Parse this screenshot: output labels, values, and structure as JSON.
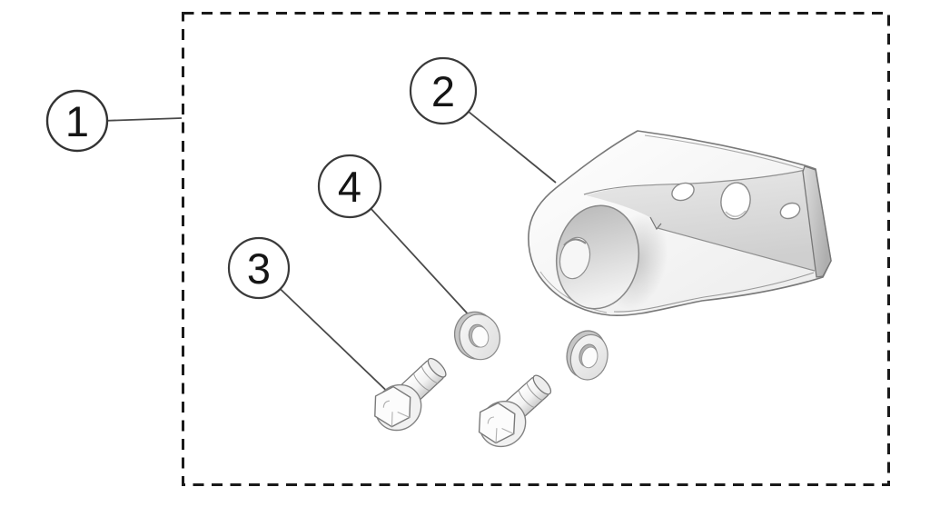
{
  "figure": {
    "type": "exploded-parts-diagram",
    "callouts": [
      {
        "label": "1"
      },
      {
        "label": "2"
      },
      {
        "label": "3"
      },
      {
        "label": "4"
      }
    ],
    "parts": [
      {
        "callout": "1",
        "name": "assembly-boundary",
        "quantity": 1
      },
      {
        "callout": "2",
        "name": "mounting-bracket",
        "quantity": 1
      },
      {
        "callout": "3",
        "name": "hex-flange-bolt",
        "quantity": 2
      },
      {
        "callout": "4",
        "name": "flat-washer",
        "quantity": 2
      }
    ],
    "colors": {
      "background": "#ffffff",
      "boundary": "#1a1a1a",
      "leader": "#4a4a4a",
      "outline": "#7a7a7a",
      "part_fill": "#fbfbfb",
      "shade_mid": "#d9d9d9",
      "shade_dark": "#aeaeae"
    }
  }
}
